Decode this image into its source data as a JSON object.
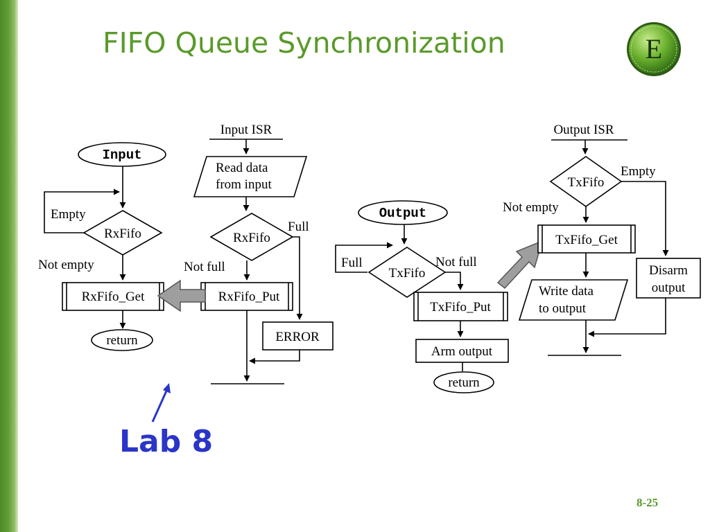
{
  "slide": {
    "title": "FIFO Queue Synchronization",
    "number": "8-25",
    "annotation": "Lab 8"
  },
  "logo": {
    "letter": "E",
    "color": "#6ab02e"
  },
  "flowchart": {
    "input_main": {
      "start": "Input",
      "decision": "RxFifo",
      "empty_label": "Empty",
      "not_empty_label": "Not empty",
      "process": "RxFifo_Get",
      "end": "return"
    },
    "input_isr": {
      "title": "Input ISR",
      "io": [
        "Read data",
        "from input"
      ],
      "decision": "RxFifo",
      "full_label": "Full",
      "not_full_label": "Not full",
      "process": "RxFifo_Put",
      "error": "ERROR"
    },
    "output_main": {
      "start": "Output",
      "decision": "TxFifo",
      "full_label": "Full",
      "not_full_label": "Not full",
      "process": "TxFifo_Put",
      "arm": "Arm output",
      "end": "return"
    },
    "output_isr": {
      "title": "Output ISR",
      "decision": "TxFifo",
      "empty_label": "Empty",
      "not_empty_label": "Not empty",
      "process": "TxFifo_Get",
      "io": [
        "Write data",
        "to output"
      ],
      "disarm": [
        "Disarm",
        "output"
      ]
    }
  },
  "colors": {
    "title": "#5a9a2a",
    "annotation": "#2a35c8",
    "transfer_arrow": "#9e9e9e"
  }
}
